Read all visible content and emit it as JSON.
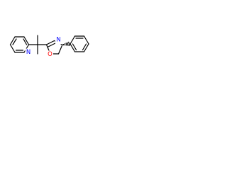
{
  "molecule": {
    "atom_labels": {
      "pyridine_n": "N",
      "oxazoline_n": "N",
      "oxazoline_o": "O"
    },
    "colors": {
      "bond": "#000000",
      "nitrogen": "#0000ff",
      "oxygen": "#ff0000"
    }
  }
}
